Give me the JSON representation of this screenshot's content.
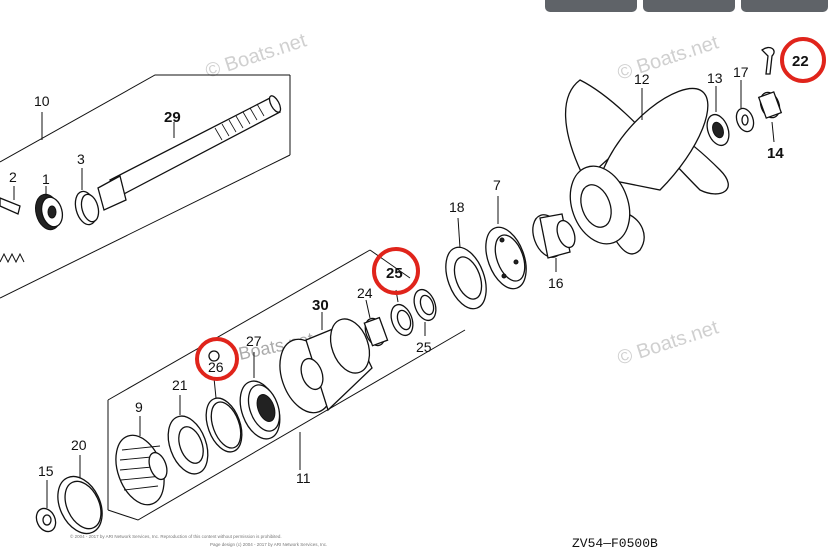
{
  "top_tabs": [
    "",
    "",
    ""
  ],
  "watermarks": [
    "© Boats.net",
    "© Boats.net",
    "© Boats.net",
    "Boats.net"
  ],
  "callouts": [
    {
      "id": "c10",
      "label": "10",
      "bold": false
    },
    {
      "id": "c29",
      "label": "29",
      "bold": true
    },
    {
      "id": "c2",
      "label": "2",
      "bold": false
    },
    {
      "id": "c1",
      "label": "1",
      "bold": false
    },
    {
      "id": "c3",
      "label": "3",
      "bold": false
    },
    {
      "id": "c12",
      "label": "12",
      "bold": false
    },
    {
      "id": "c13",
      "label": "13",
      "bold": false
    },
    {
      "id": "c17",
      "label": "17",
      "bold": false
    },
    {
      "id": "c22",
      "label": "22",
      "bold": true
    },
    {
      "id": "c14",
      "label": "14",
      "bold": true
    },
    {
      "id": "c18",
      "label": "18",
      "bold": false
    },
    {
      "id": "c7",
      "label": "7",
      "bold": false
    },
    {
      "id": "c16",
      "label": "16",
      "bold": false
    },
    {
      "id": "c25a",
      "label": "25",
      "bold": true
    },
    {
      "id": "c24",
      "label": "24",
      "bold": false
    },
    {
      "id": "c30",
      "label": "30",
      "bold": true
    },
    {
      "id": "c25b",
      "label": "25",
      "bold": false
    },
    {
      "id": "c27",
      "label": "27",
      "bold": false
    },
    {
      "id": "c26",
      "label": "26",
      "bold": false
    },
    {
      "id": "c21",
      "label": "21",
      "bold": false
    },
    {
      "id": "c9",
      "label": "9",
      "bold": false
    },
    {
      "id": "c20",
      "label": "20",
      "bold": false
    },
    {
      "id": "c15",
      "label": "15",
      "bold": false
    },
    {
      "id": "c11",
      "label": "11",
      "bold": false
    }
  ],
  "highlighted_parts": [
    "22",
    "25",
    "26"
  ],
  "diagram_code": "ZV54—F0500B",
  "footer_fine_print": [
    "© 2004 - 2017 by ARI Network Services, Inc. Reproduction of this content without permission is prohibited.",
    "Page design (c) 2004 - 2017 by ARI Network Services, Inc."
  ]
}
